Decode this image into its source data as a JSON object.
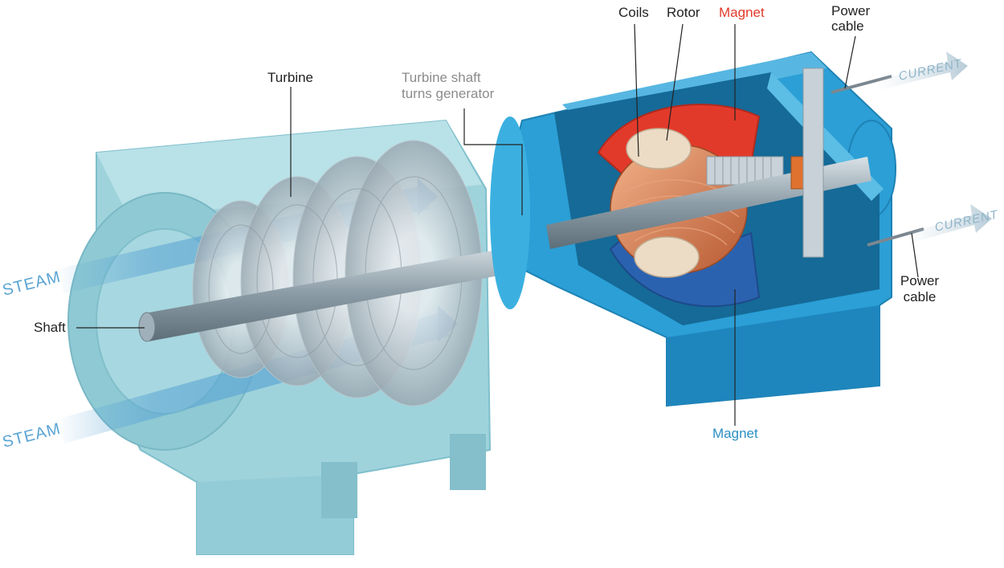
{
  "labels": {
    "turbine": "Turbine",
    "turbine_shaft": [
      "Turbine shaft",
      "turns generator"
    ],
    "coils": "Coils",
    "rotor": "Rotor",
    "magnet_top": "Magnet",
    "power_cable_top": [
      "Power",
      "cable"
    ],
    "power_cable_right": [
      "Power",
      "cable"
    ],
    "magnet_bottom": "Magnet",
    "shaft": "Shaft",
    "steam_top": "STEAM",
    "steam_bottom": "STEAM",
    "current_top": "CURRENT",
    "current_bottom": "CURRENT"
  },
  "colors": {
    "turbine_housing": "#9fd3dc",
    "generator_housing": "#2b9fd6",
    "magnet_red": "#e23a2a",
    "magnet_blue": "#2b62b0",
    "coil_copper": "#c96a3f",
    "steam_blue": "#5aa4d3"
  },
  "icons": {
    "turbine": "turbine-icon",
    "generator": "generator-icon",
    "shaft": "shaft-icon",
    "steam_arrow": "steam-arrow-icon",
    "current_arrow": "current-arrow-icon"
  }
}
